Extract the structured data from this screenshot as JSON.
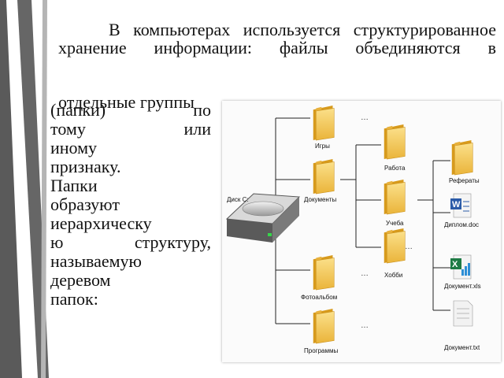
{
  "text": {
    "top_lines": "В компьютерах используется структурированное хранение информации: файлы объединяются в",
    "top_last": "отдельные группы",
    "side_lines": [
      "(папки) по",
      "тому или",
      "иному",
      "признаку.",
      "Папки",
      "образуют",
      "иерархическу",
      "ю структуру,",
      "называемую",
      "деревом",
      "папок:"
    ]
  },
  "tree": {
    "disk_label": "Диск C:",
    "folders": {
      "games": "Игры",
      "documents": "Документы",
      "photo_album": "Фотоальбом",
      "programs": "Программы",
      "work": "Работа",
      "study": "Учеба",
      "hobby": "Хобби",
      "reports": "Рефераты"
    },
    "files": {
      "doc": "Диплом.doc",
      "xls": "Документ.xls",
      "txt": "Документ.txt"
    },
    "ellipsis": "…",
    "colors": {
      "folder": "#f3c24a",
      "folder_dark": "#d79a1c",
      "line": "#222222",
      "word": "#2b5ba8",
      "excel": "#1e7b45"
    }
  }
}
